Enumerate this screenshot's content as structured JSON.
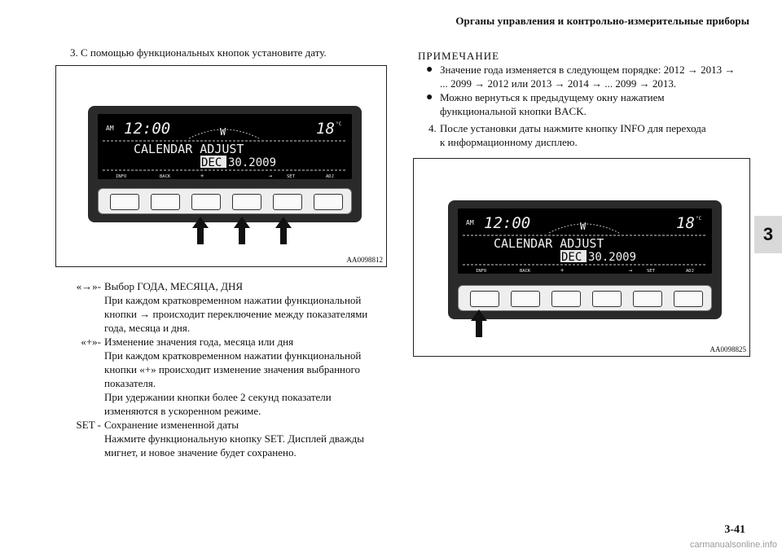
{
  "header": {
    "title": "Органы управления и контрольно-измерительные приборы"
  },
  "side_tab": {
    "label": "3"
  },
  "page_number": "3-41",
  "watermark": "carmanualsonline.info",
  "step3": {
    "number": "3.",
    "text": "С помощью функциональных кнопок установите дату."
  },
  "lcd": {
    "am": "AM",
    "clock": "12:00",
    "temp": "18",
    "temp_unit": "°C",
    "compass": "W",
    "title": "CALENDAR ADJUST",
    "month": "DEC",
    "date_rest": "30.2009",
    "softkeys": [
      "INFO",
      "BACK",
      "+",
      "→",
      "SET",
      "ADJ"
    ]
  },
  "figure1": {
    "code": "AA0098812"
  },
  "figure2": {
    "code": "AA0098825"
  },
  "items": [
    {
      "key": "«→»-",
      "lines": [
        "Выбор ГОДА, МЕСЯЦА, ДНЯ",
        "При каждом кратковременном нажатии функциональной",
        "кнопки → происходит переключение между показателями",
        "года, месяца и дня."
      ]
    },
    {
      "key": "«+»-",
      "lines": [
        "Изменение значения года, месяца или дня",
        "При каждом кратковременном нажатии функциональной",
        "кнопки «+» происходит изменение значения выбранного",
        "показателя.",
        "При удержании кнопки более 2 секунд показатели",
        "изменяются в ускоренном режиме."
      ]
    },
    {
      "key": "SET -",
      "lines": [
        "Сохранение измененной даты",
        "Нажмите функциональную кнопку SET. Дисплей дважды",
        "мигнет, и новое значение будет сохранено."
      ]
    }
  ],
  "note": {
    "title": "ПРИМЕЧАНИЕ",
    "bullets": [
      [
        "Значение года изменяется в следующем порядке: 2012 → 2013 →",
        "... 2099 → 2012 или 2013 → 2014 → ... 2099 → 2013."
      ],
      [
        "Можно вернуться к предыдущему окну нажатием",
        "функциональной кнопки BACK."
      ]
    ]
  },
  "step4": {
    "number": "4.",
    "lines": [
      "После установки даты нажмите кнопку INFO для перехода",
      "к информационному дисплею."
    ]
  },
  "colors": {
    "lcd_bg": "#000000",
    "panel": "#2a2a2a",
    "tab": "#d9d9d9"
  }
}
